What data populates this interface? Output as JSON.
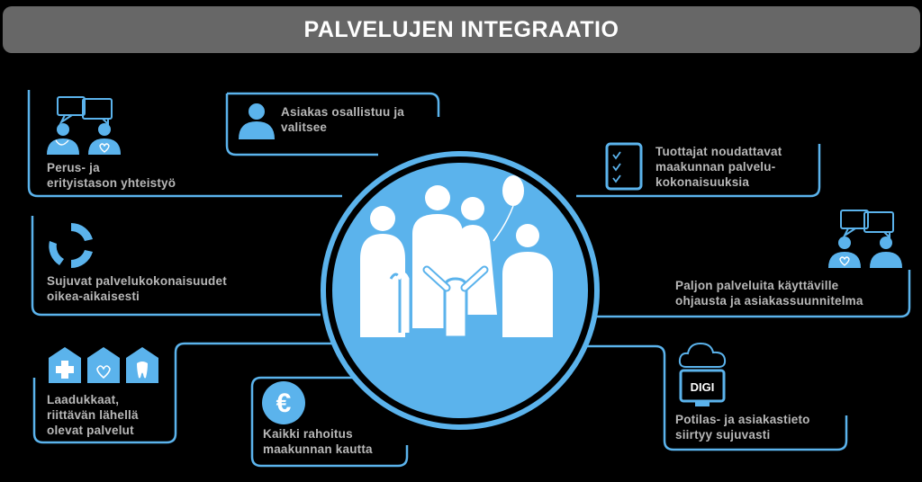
{
  "title": "PALVELUJEN INTEGRAATIO",
  "colors": {
    "accent": "#5bb3ec",
    "label": "#b8b8b8",
    "title_bg": "#676767",
    "background": "#000000"
  },
  "items": [
    {
      "id": "cooperation",
      "text": "Perus- ja\nerityistason yhteistyö",
      "icon": "doctor-patient-chat-icon"
    },
    {
      "id": "participation",
      "text": "Asiakas osallistuu ja\nvalitsee",
      "icon": "person-icon"
    },
    {
      "id": "providers",
      "text": "Tuottajat noudattavat\nmaakunnan palvelu-\nkokonaisuuksia",
      "icon": "checklist-icon"
    },
    {
      "id": "smooth-services",
      "text": "Sujuvat palvelukokonaisuudet\noikea-aikaisesti",
      "icon": "cycle-arrows-icon"
    },
    {
      "id": "guidance",
      "text": "Paljon palveluita käyttäville\nohjausta ja asiakassuunnitelma",
      "icon": "two-people-chat-icon"
    },
    {
      "id": "quality",
      "text": "Laadukkaat,\nriittävän lähellä\nolevat palvelut",
      "icon": "health-houses-icon",
      "house_icons": [
        "cross-icon",
        "heart-icon",
        "tooth-icon"
      ]
    },
    {
      "id": "funding",
      "text": "Kaikki rahoitus\nmaakunnan kautta",
      "icon": "euro-icon",
      "symbol": "€"
    },
    {
      "id": "data",
      "text": "Potilas- ja asiakastieto\nsiirtyy sujuvasti",
      "icon": "digi-cloud-icon",
      "badge": "DIGI"
    }
  ]
}
